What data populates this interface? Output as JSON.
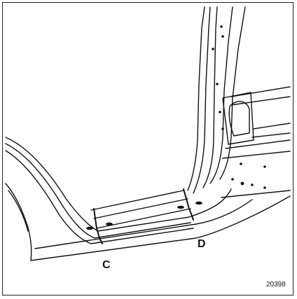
{
  "labels": {
    "callout_c": "C",
    "callout_d": "D",
    "figure_ref": "20398"
  },
  "colors": {
    "line": "#111111",
    "background": "#ffffff"
  }
}
